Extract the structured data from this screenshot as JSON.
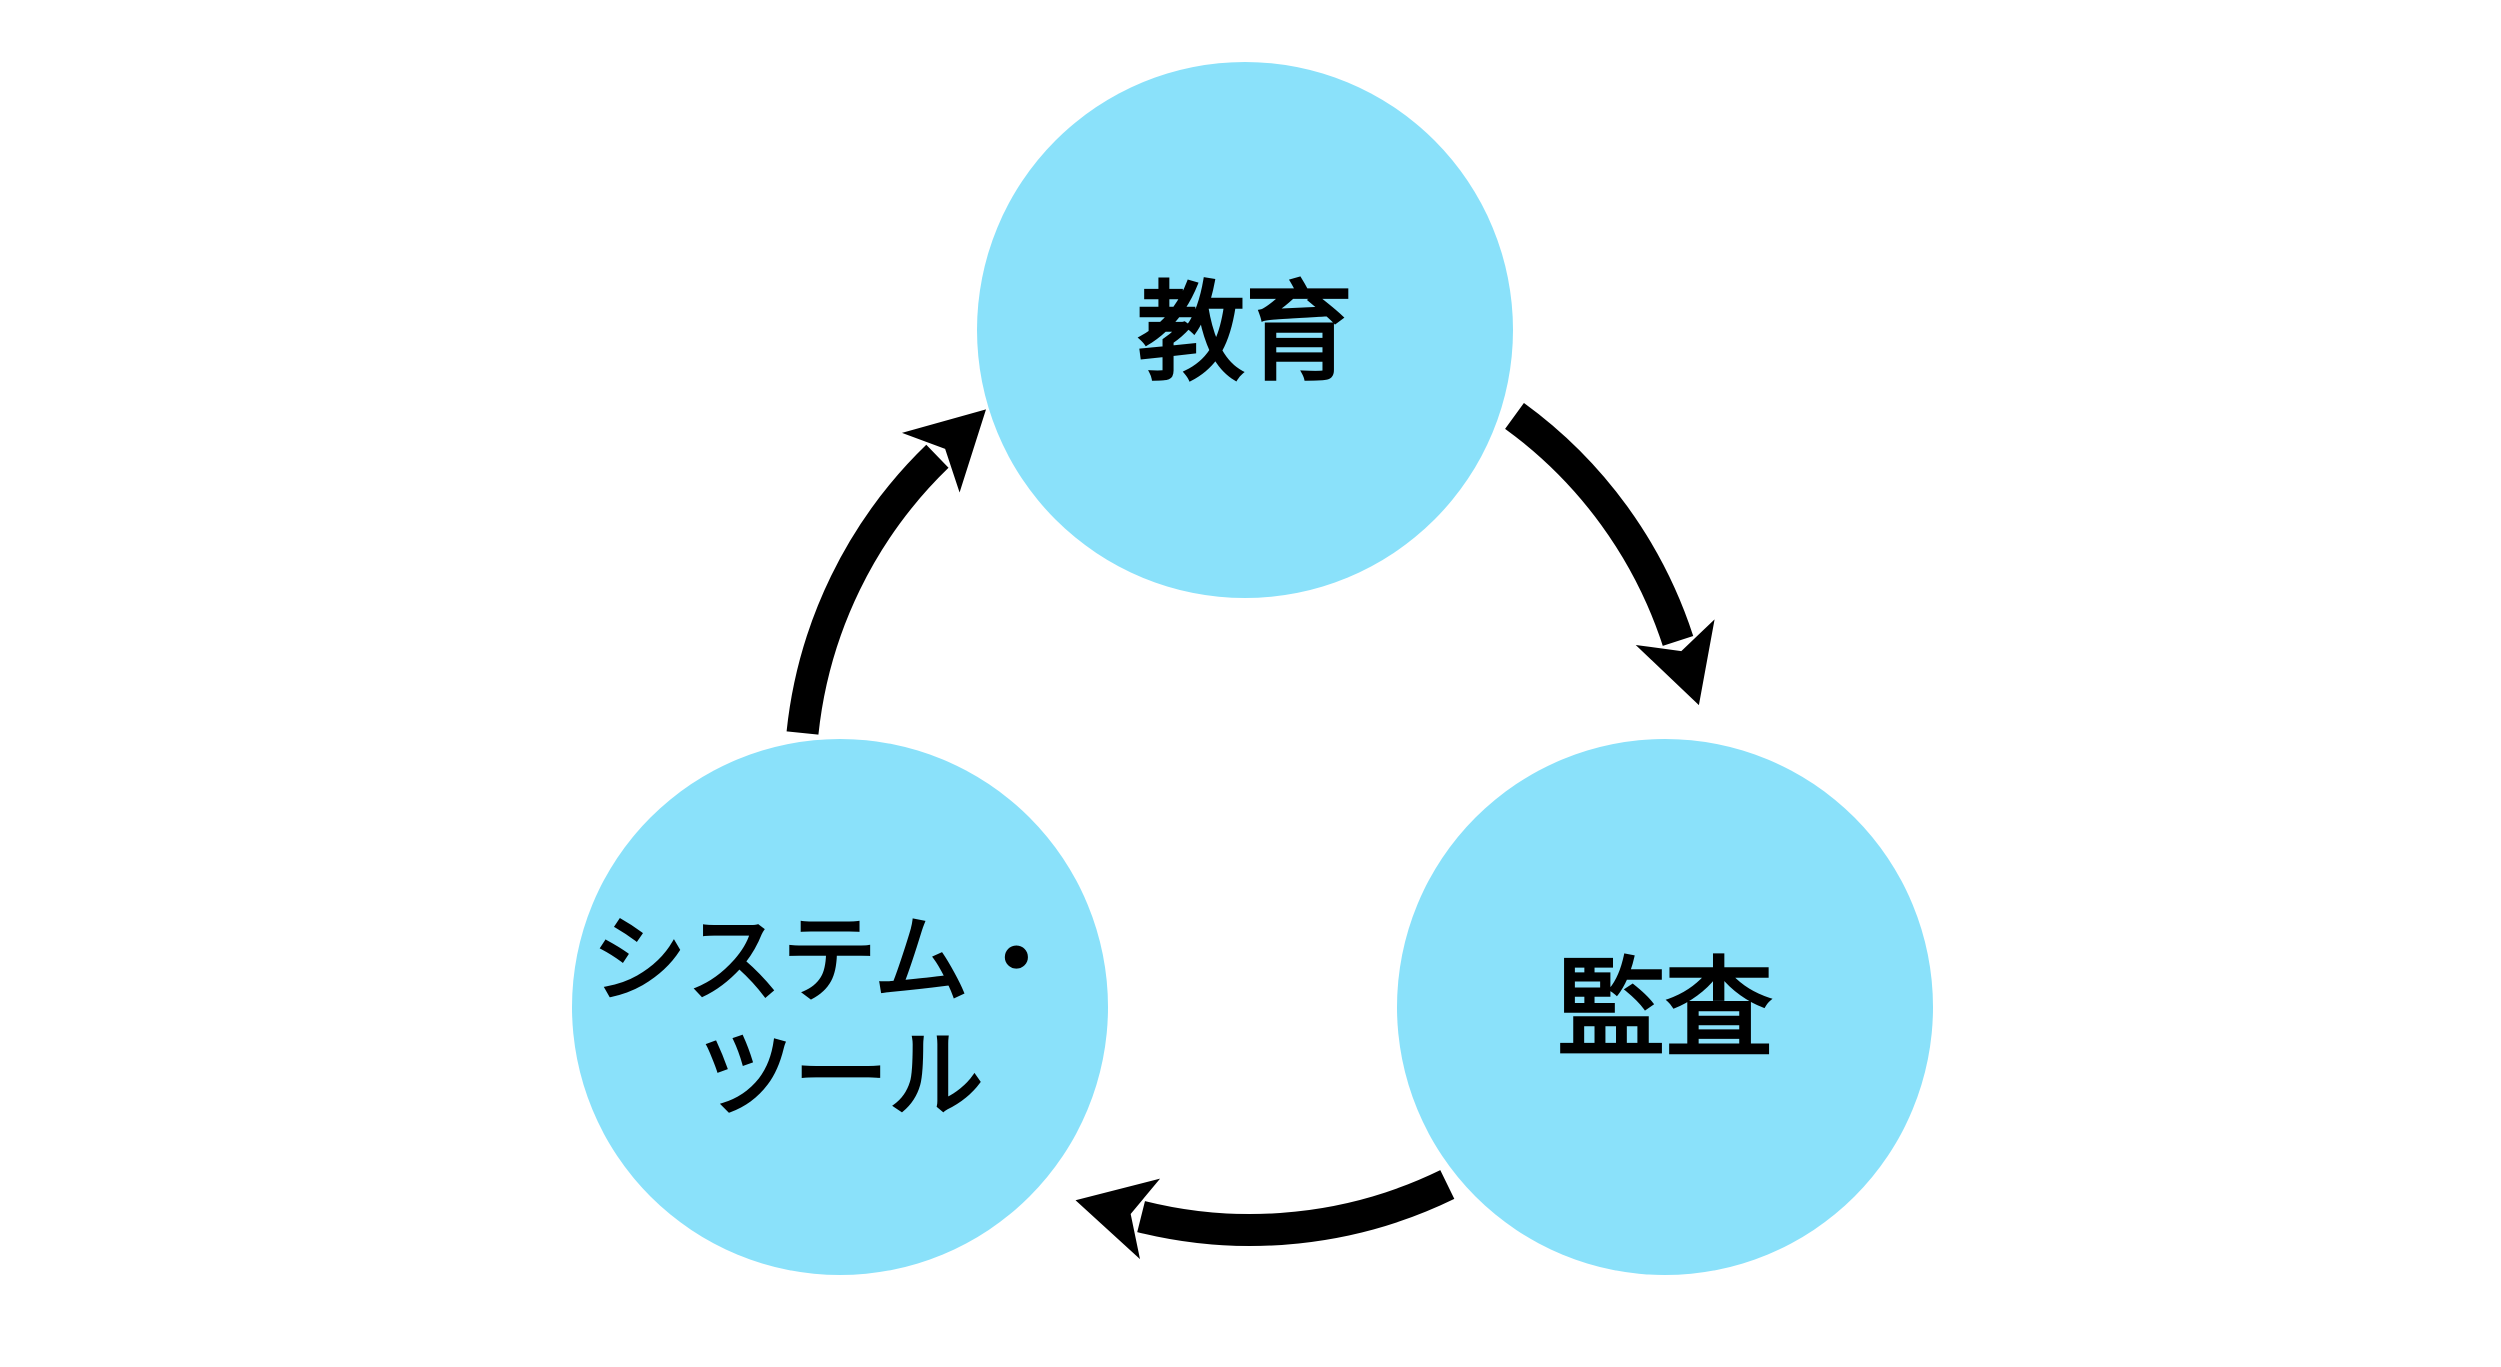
{
  "diagram": {
    "type": "cycle",
    "direction": "clockwise",
    "background": "#FFFFFF",
    "colors": {
      "node_fill": "#8AE1FA",
      "arrow": "#000000",
      "text": "#000000"
    },
    "nodes": [
      {
        "id": "education",
        "label": "教育",
        "position": "top"
      },
      {
        "id": "audit",
        "label": "監査",
        "position": "bottom-right"
      },
      {
        "id": "system-tools",
        "label": "システム・ツール",
        "label_lines": [
          "システム・",
          "ツール"
        ],
        "position": "bottom-left"
      }
    ],
    "edges": [
      {
        "from": "education",
        "to": "audit"
      },
      {
        "from": "audit",
        "to": "system-tools"
      },
      {
        "from": "system-tools",
        "to": "education"
      }
    ]
  }
}
